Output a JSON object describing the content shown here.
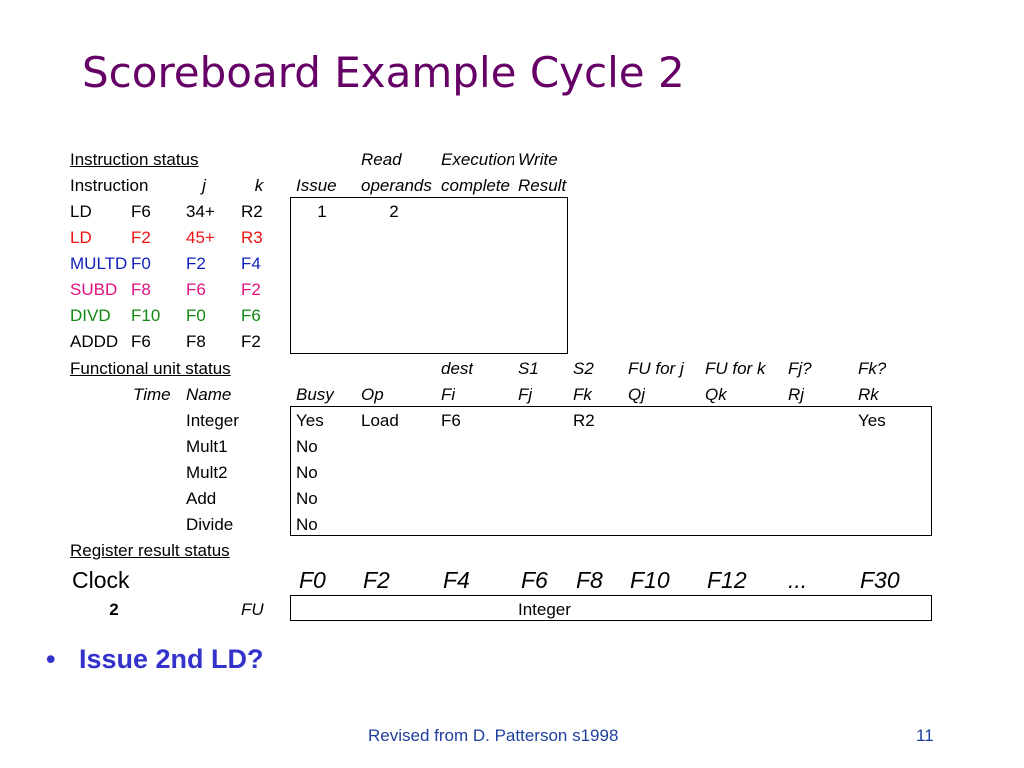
{
  "title": "Scoreboard Example Cycle 2",
  "colors": {
    "title": "#660066",
    "red": "#ee1111",
    "blue": "#1122bb",
    "pink": "#e0117f",
    "green": "#118811",
    "bullet": "#3333cc",
    "footer": "#1f3f9f"
  },
  "instruction_status": {
    "section_label": "Instruction status ",
    "header_row1": {
      "read": "Read",
      "execute": "Execution",
      "write": "Write"
    },
    "header_row2": {
      "instruction": "Instruction",
      "j": "j",
      "k": "k",
      "issue": "Issue",
      "read": "operands",
      "execute": "complete",
      "write": "Result"
    },
    "rows": [
      {
        "op": "LD",
        "dest": "F6",
        "j": "34+",
        "k": "R2",
        "issue": "1",
        "read": "2",
        "color": "black"
      },
      {
        "op": "LD",
        "dest": "F2",
        "j": "45+",
        "k": "R3",
        "issue": "",
        "read": "",
        "color": "red"
      },
      {
        "op": "MULTD",
        "dest": "F0",
        "j": "F2",
        "k": "F4",
        "issue": "",
        "read": "",
        "color": "blue"
      },
      {
        "op": "SUBD",
        "dest": "F8",
        "j": "F6",
        "k": "F2",
        "issue": "",
        "read": "",
        "color": "pink"
      },
      {
        "op": "DIVD",
        "dest": "F10",
        "j": "F0",
        "k": "F6",
        "issue": "",
        "read": "",
        "color": "green"
      },
      {
        "op": "ADDD",
        "dest": "F6",
        "j": "F8",
        "k": "F2",
        "issue": "",
        "read": "",
        "color": "black"
      }
    ]
  },
  "functional_unit_status": {
    "section_label": "Functional unit status",
    "header_row1": {
      "dest": "dest",
      "s1": "S1",
      "s2": "S2",
      "qj": "FU for j",
      "qk": "FU for k",
      "rj": "Fj?",
      "rk": "Fk?"
    },
    "header_row2": {
      "time": "Time",
      "name": "Name",
      "busy": "Busy",
      "op": "Op",
      "fi": "Fi",
      "fj": "Fj",
      "fk": "Fk",
      "qj": "Qj",
      "qk": "Qk",
      "rj": "Rj",
      "rk": "Rk"
    },
    "rows": [
      {
        "name": "Integer",
        "busy": "Yes",
        "op": "Load",
        "fi": "F6",
        "fj": "",
        "fk": "R2",
        "qj": "",
        "qk": "",
        "rj": "",
        "rk": "Yes"
      },
      {
        "name": "Mult1",
        "busy": "No"
      },
      {
        "name": "Mult2",
        "busy": "No"
      },
      {
        "name": "Add",
        "busy": "No"
      },
      {
        "name": "Divide",
        "busy": "No"
      }
    ]
  },
  "register_result_status": {
    "section_label": "Register result status",
    "clock_label": "Clock",
    "clock_value": "2",
    "fu_label": "FU",
    "registers": [
      "F0",
      "F2",
      "F4",
      "F6",
      "F8",
      "F10",
      "F12",
      "...",
      "F30"
    ],
    "values": [
      "",
      "",
      "",
      "Integer",
      "",
      "",
      "",
      "",
      ""
    ]
  },
  "bullet": "Issue 2nd LD?",
  "footer": {
    "credit": "Revised from D. Patterson s1998",
    "page": "11"
  }
}
